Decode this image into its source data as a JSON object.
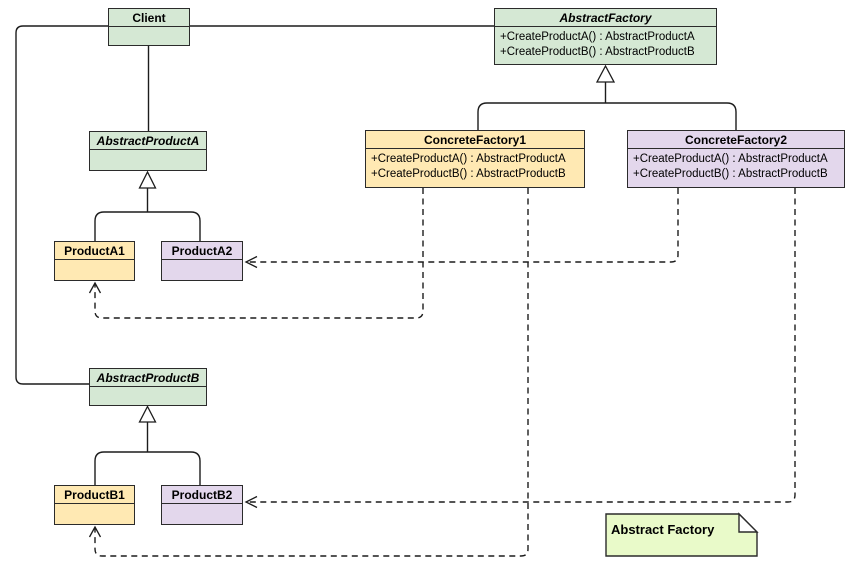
{
  "diagram_title": "Abstract Factory",
  "classes": {
    "client": {
      "name": "Client",
      "abstract": false,
      "methods": []
    },
    "abstractFactory": {
      "name": "AbstractFactory",
      "abstract": true,
      "methods": [
        "+CreateProductA() : AbstractProductA",
        "+CreateProductB() : AbstractProductB"
      ]
    },
    "concreteFactory1": {
      "name": "ConcreteFactory1",
      "abstract": false,
      "methods": [
        "+CreateProductA() : AbstractProductA",
        "+CreateProductB() : AbstractProductB"
      ]
    },
    "concreteFactory2": {
      "name": "ConcreteFactory2",
      "abstract": false,
      "methods": [
        "+CreateProductA() : AbstractProductA",
        "+CreateProductB() : AbstractProductB"
      ]
    },
    "abstractProductA": {
      "name": "AbstractProductA",
      "abstract": true,
      "methods": []
    },
    "productA1": {
      "name": "ProductA1",
      "abstract": false,
      "methods": []
    },
    "productA2": {
      "name": "ProductA2",
      "abstract": false,
      "methods": []
    },
    "abstractProductB": {
      "name": "AbstractProductB",
      "abstract": true,
      "methods": []
    },
    "productB1": {
      "name": "ProductB1",
      "abstract": false,
      "methods": []
    },
    "productB2": {
      "name": "ProductB2",
      "abstract": false,
      "methods": []
    }
  },
  "note": {
    "text": "Abstract Factory"
  },
  "relationships": [
    {
      "from": "Client",
      "to": "AbstractFactory",
      "type": "association"
    },
    {
      "from": "Client",
      "to": "AbstractProductA",
      "type": "association"
    },
    {
      "from": "Client",
      "to": "AbstractProductB",
      "type": "association"
    },
    {
      "from": "ConcreteFactory1",
      "to": "AbstractFactory",
      "type": "generalization"
    },
    {
      "from": "ConcreteFactory2",
      "to": "AbstractFactory",
      "type": "generalization"
    },
    {
      "from": "ProductA1",
      "to": "AbstractProductA",
      "type": "generalization"
    },
    {
      "from": "ProductA2",
      "to": "AbstractProductA",
      "type": "generalization"
    },
    {
      "from": "ProductB1",
      "to": "AbstractProductB",
      "type": "generalization"
    },
    {
      "from": "ProductB2",
      "to": "AbstractProductB",
      "type": "generalization"
    },
    {
      "from": "ConcreteFactory1",
      "to": "ProductA1",
      "type": "dependency"
    },
    {
      "from": "ConcreteFactory1",
      "to": "ProductB1",
      "type": "dependency"
    },
    {
      "from": "ConcreteFactory2",
      "to": "ProductA2",
      "type": "dependency"
    },
    {
      "from": "ConcreteFactory2",
      "to": "ProductB2",
      "type": "dependency"
    }
  ],
  "colors": {
    "abstract_fill": "#d5e8d4",
    "family1_fill": "#ffe9b3",
    "family2_fill": "#e3d7ec",
    "note_fill": "#e9fac9",
    "border": "#2b2b2b",
    "line": "#1c1c1c"
  }
}
